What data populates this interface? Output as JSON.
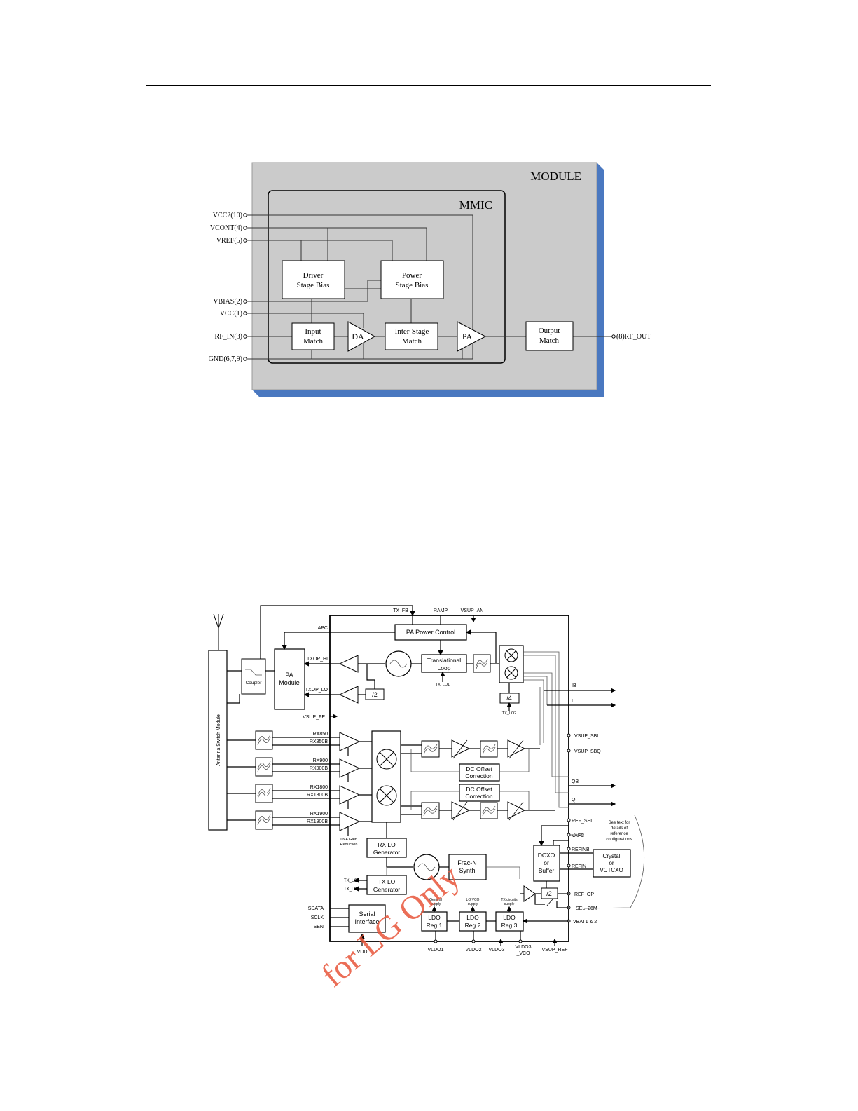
{
  "module_diagram": {
    "module_label": "MODULE",
    "mmic_label": "MMIC",
    "pins_left": [
      "VCC2(10)",
      "VCONT(4)",
      "VREF(5)",
      "VBIAS(2)",
      "VCC(1)",
      "RF_IN(3)",
      "GND(6,7,9)"
    ],
    "pin_right": "(8)RF_OUT",
    "blocks": {
      "driver_bias": [
        "Driver",
        "Stage Bias"
      ],
      "power_bias": [
        "Power",
        "Stage Bias"
      ],
      "input_match": [
        "Input",
        "Match"
      ],
      "da": "DA",
      "inter_stage": [
        "Inter-Stage",
        "Match"
      ],
      "pa": "PA",
      "output_match": [
        "Output",
        "Match"
      ]
    },
    "colors": {
      "module_fill": "#cbcbcb",
      "module_shadow": "#4a78c0"
    }
  },
  "transceiver_diagram": {
    "top_pins": [
      "TX_FB",
      "RAMP",
      "VSUP_AN"
    ],
    "left_pins": [
      "APC",
      "TXOP_HI",
      "TXOP_LO",
      "VSUP_FE",
      "RX850",
      "RX850B",
      "RX900",
      "RX900B",
      "RX1800",
      "RX1800B",
      "RX1900",
      "RX1900B",
      "SDATA",
      "SCLK",
      "SEN",
      "TX_LO2",
      "TX_LO1"
    ],
    "right_pins": [
      "IB",
      "I",
      "VSUP_SBI",
      "VSUP_SBQ",
      "QB",
      "Q",
      "REF_SEL",
      "VAFC",
      "REFINB",
      "REFIN",
      "REF_OP",
      "SEL_26M",
      "VBAT1 & 2"
    ],
    "bottom_pins": [
      "VDD",
      "VLDO1",
      "VLDO2",
      "VLDO3",
      "VLDO3",
      "_VCO",
      "VSUP_REF"
    ],
    "antenna_module": "Antenna Switch Module",
    "coupler": "Coupler",
    "pa_module": [
      "PA",
      "Module"
    ],
    "pa_power_control": "PA Power Control",
    "translational_loop": [
      "Translational",
      "Loop"
    ],
    "tx_lo1_label": "TX_LO1",
    "tx_lo2_label": "TX_LO2",
    "div2": "/2",
    "div4": "/4",
    "dc_offset": [
      "DC Offset",
      "Correction"
    ],
    "lna_gain": [
      "LNA Gain",
      "Reduction"
    ],
    "rx_lo": [
      "RX LO",
      "Generator"
    ],
    "tx_lo": [
      "TX LO",
      "Generator"
    ],
    "frac_n": [
      "Frac-N",
      "Synth"
    ],
    "dcxo": [
      "DCXO",
      "or",
      "Buffer"
    ],
    "crystal": [
      "Crystal",
      "or",
      "VCTCXO"
    ],
    "see_text": [
      "See text for",
      "details of",
      "reference",
      "configurations"
    ],
    "serial": [
      "Serial",
      "Interface"
    ],
    "ldo1": [
      "LDO",
      "Reg 1"
    ],
    "ldo2": [
      "LDO",
      "Reg 2"
    ],
    "ldo3": [
      "LDO",
      "Reg 3"
    ],
    "ldo1_note": [
      "General",
      "supply"
    ],
    "ldo2_note": [
      "LO VCO",
      "supply"
    ],
    "ldo3_note": [
      "TX circuits",
      "supply"
    ],
    "watermark": "for LG Only",
    "colors": {
      "watermark": "#e8553a"
    }
  }
}
